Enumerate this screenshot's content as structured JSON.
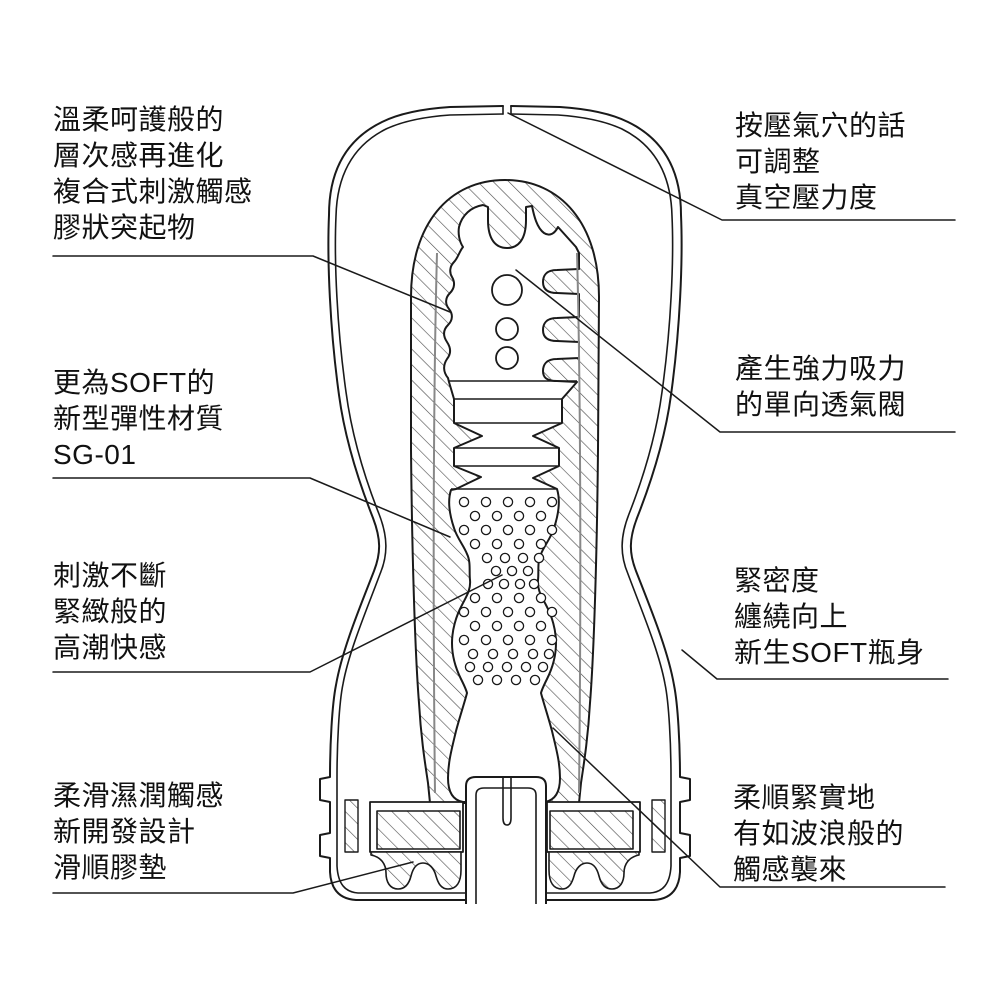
{
  "diagram": {
    "type": "product cross-section infographic",
    "colors": {
      "line": "#1a1a1a",
      "background": "#ffffff",
      "hatch": "#4a4a4a",
      "layer_line": "#888888",
      "text": "#111111"
    },
    "labels": {
      "top_left": {
        "lines": [
          "溫柔呵護般的",
          "層次感再進化",
          "複合式刺激觸感",
          "膠狀突起物"
        ]
      },
      "top_right": {
        "lines": [
          "按壓氣穴的話",
          "可調整",
          "真空壓力度"
        ]
      },
      "mid_left": {
        "lines": [
          "更為SOFT的",
          "新型彈性材質",
          "SG-01"
        ]
      },
      "mid_right": {
        "lines": [
          "產生強力吸力",
          "的單向透氣閥"
        ]
      },
      "lower_left": {
        "lines": [
          "刺激不斷",
          "緊緻般的",
          "高潮快感"
        ]
      },
      "lower_right": {
        "lines": [
          "緊密度",
          "纏繞向上",
          "新生SOFT瓶身"
        ]
      },
      "bottom_left": {
        "lines": [
          "柔滑濕潤觸感",
          "新開發設計",
          "滑順膠墊"
        ]
      },
      "bottom_right": {
        "lines": [
          "柔順緊實地",
          "有如波浪般的",
          "觸感襲來"
        ]
      }
    }
  }
}
